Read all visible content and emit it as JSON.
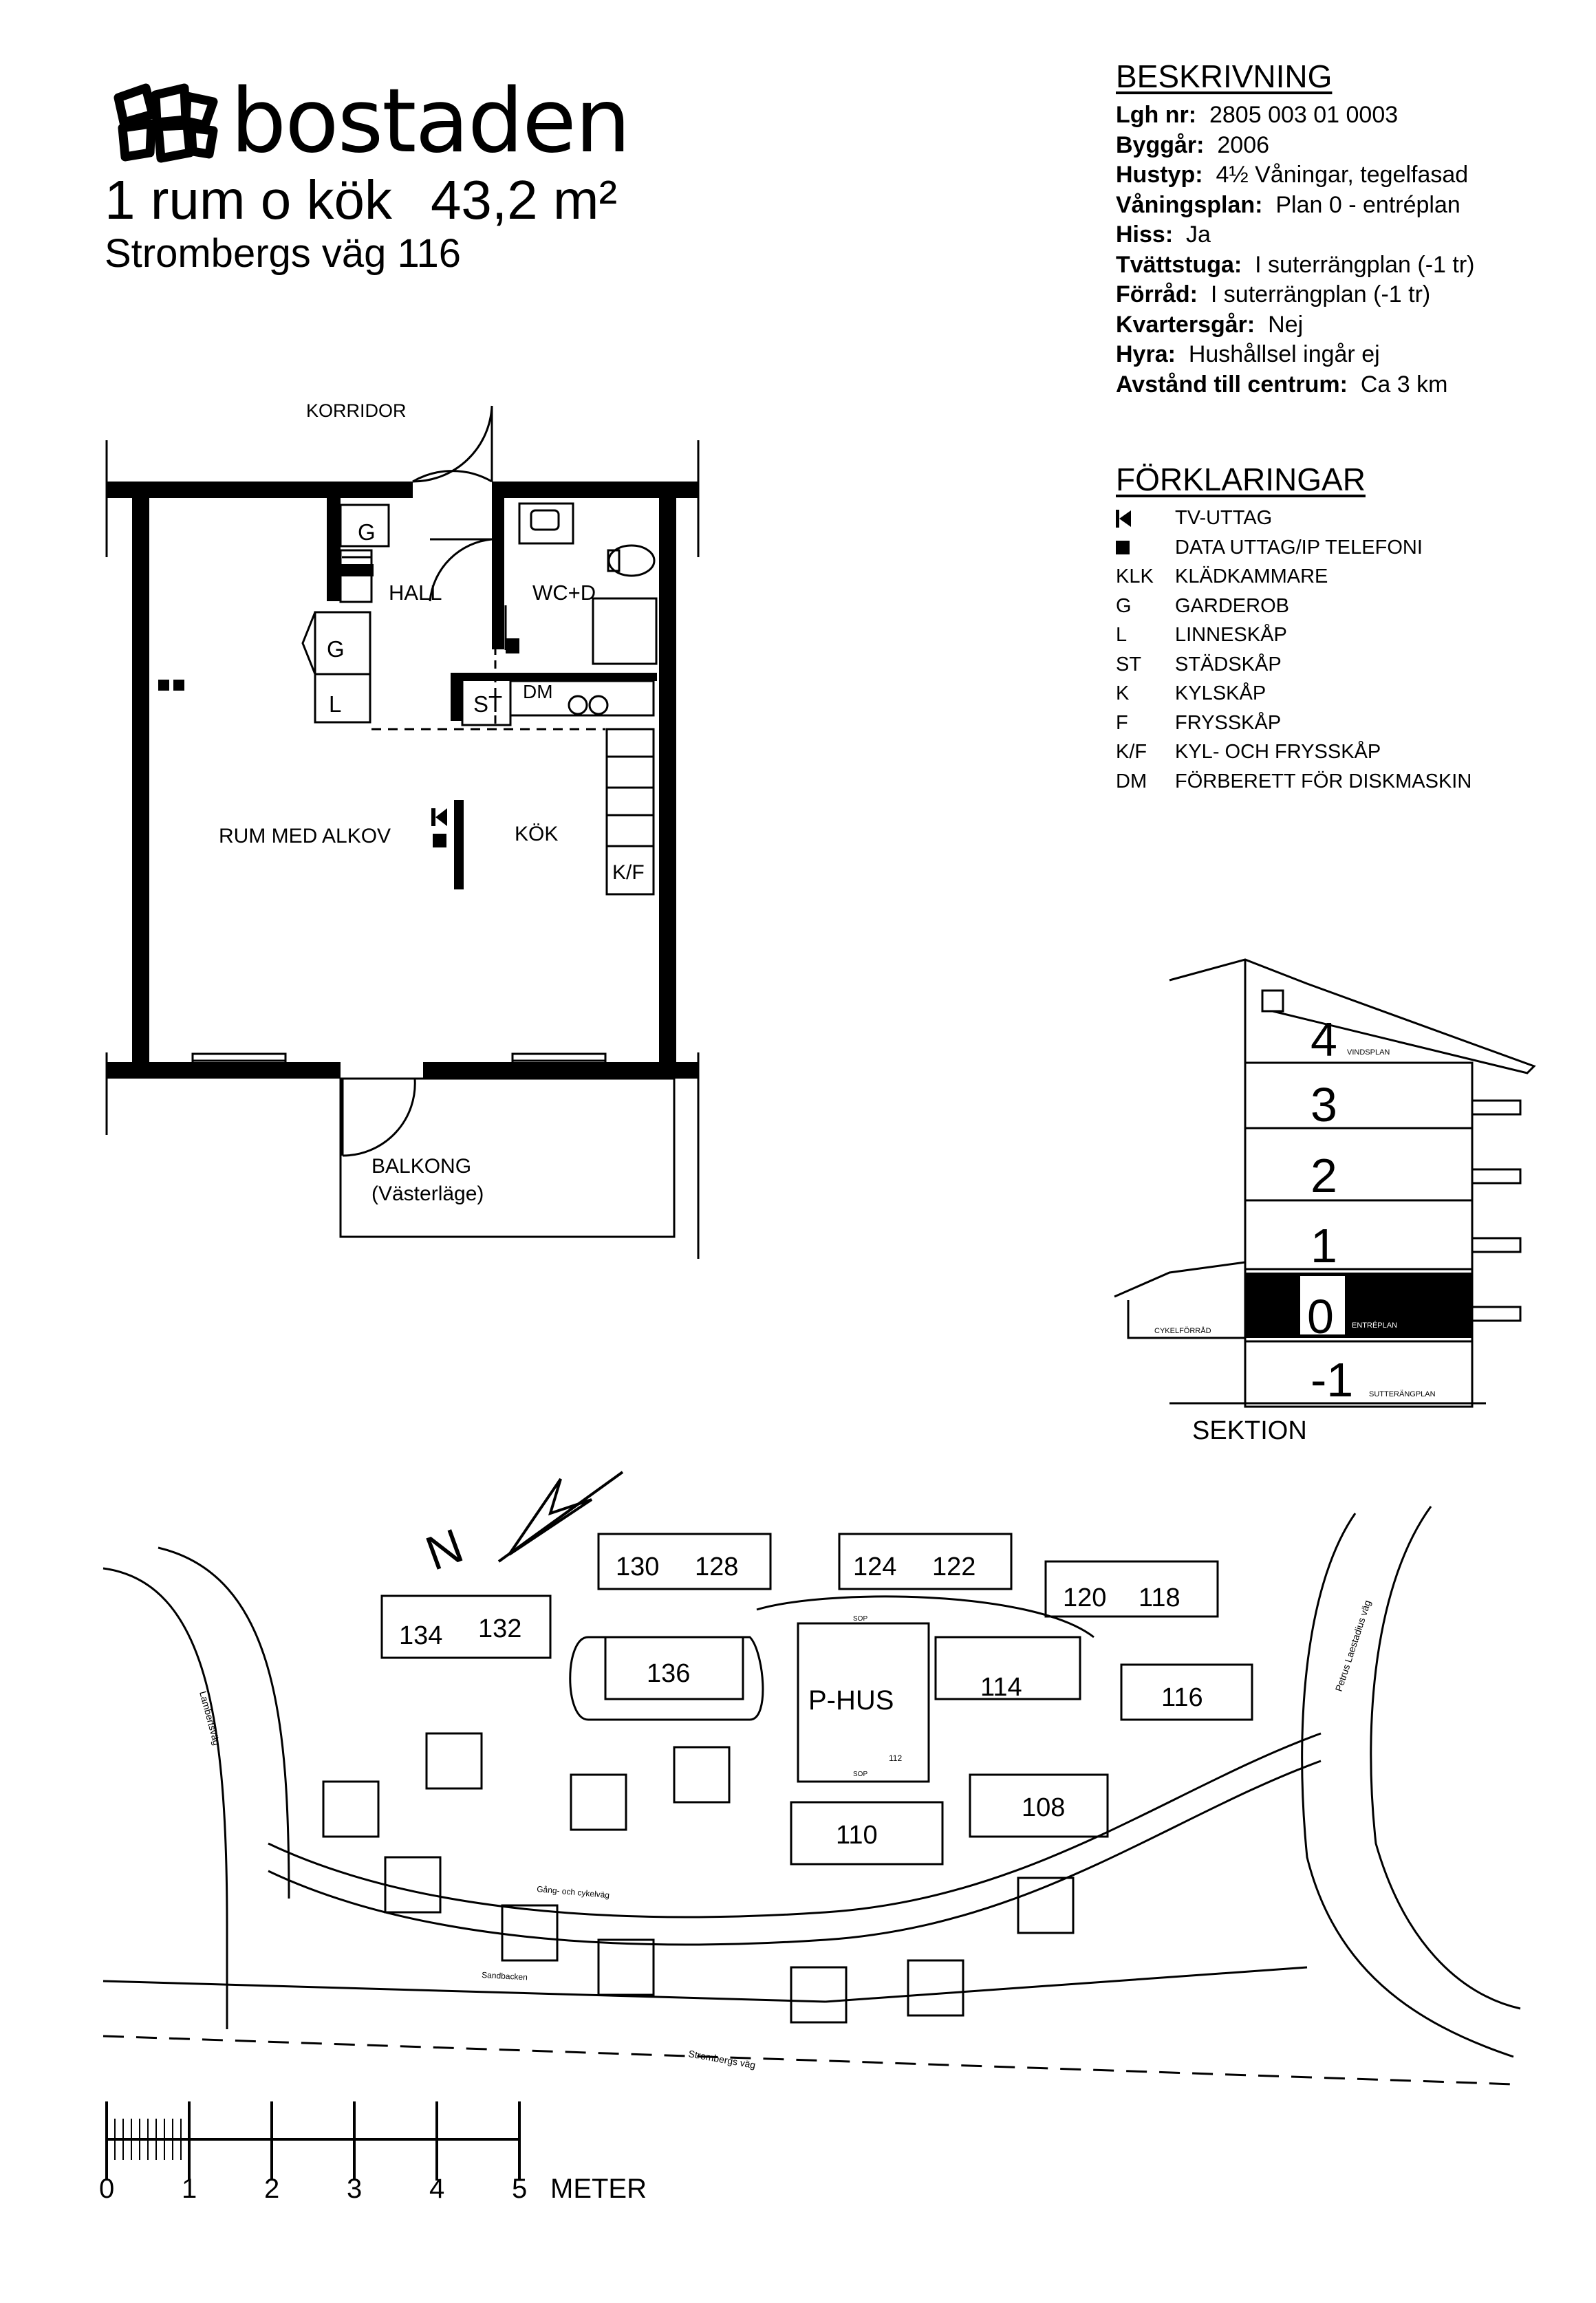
{
  "header": {
    "brand": "bostaden",
    "title_rooms": "1 rum o kök",
    "title_area": "43,2 m²",
    "address": "Strombergs väg 116"
  },
  "beskrivning": {
    "title": "BESKRIVNING",
    "rows": [
      {
        "key": "Lgh nr:",
        "value": "2805 003 01 0003"
      },
      {
        "key": "Byggår:",
        "value": "2006"
      },
      {
        "key": "Hustyp:",
        "value": "4½ Våningar, tegelfasad"
      },
      {
        "key": "Våningsplan:",
        "value": "Plan 0 - entréplan"
      },
      {
        "key": "Hiss:",
        "value": "Ja"
      },
      {
        "key": "Tvättstuga:",
        "value": "I suterrängplan (-1 tr)"
      },
      {
        "key": "Förråd:",
        "value": "I suterrängplan (-1 tr)"
      },
      {
        "key": "Kvartersgår:",
        "value": "Nej"
      },
      {
        "key": "Hyra:",
        "value": "Hushållsel ingår ej"
      },
      {
        "key": "Avstånd till centrum:",
        "value": "Ca 3 km"
      }
    ]
  },
  "forklaringar": {
    "title": "FÖRKLARINGAR",
    "rows": [
      {
        "symbol": "",
        "text": "TV-UTTAG"
      },
      {
        "symbol": "",
        "text": "DATA UTTAG/IP TELEFONI"
      },
      {
        "symbol": "KLK",
        "text": "KLÄDKAMMARE"
      },
      {
        "symbol": "G",
        "text": "GARDEROB"
      },
      {
        "symbol": "L",
        "text": "LINNESKÅP"
      },
      {
        "symbol": "ST",
        "text": "STÄDSKÅP"
      },
      {
        "symbol": "K",
        "text": "KYLSKÅP"
      },
      {
        "symbol": "F",
        "text": "FRYSSKÅP"
      },
      {
        "symbol": "K/F",
        "text": "KYL- OCH FRYSSKÅP"
      },
      {
        "symbol": "DM",
        "text": "FÖRBERETT FÖR DISKMASKIN"
      }
    ]
  },
  "floor_plan": {
    "korridor": "KORRIDOR",
    "hall": "HALL",
    "wc": "WC+D",
    "g": "G",
    "l": "L",
    "st": "ST",
    "dm": "DM",
    "kf": "K/F",
    "rum": "RUM MED ALKOV",
    "kok": "KÖK",
    "balkong": "BALKONG",
    "balkong_sub": "(Västerläge)"
  },
  "section": {
    "floors": [
      "4",
      "3",
      "2",
      "1",
      "0",
      "-1"
    ],
    "vindsplan": "VINDSPLAN",
    "entreplan": "ENTRÉPLAN",
    "suterrangplan": "SUTTERÄNGPLAN",
    "cykelforrad": "CYKELFÖRRÅD",
    "caption": "SEKTION"
  },
  "site_plan": {
    "north": "N",
    "buildings": [
      "130",
      "128",
      "124",
      "122",
      "120",
      "118",
      "134",
      "132",
      "136",
      "114",
      "116",
      "108",
      "110"
    ],
    "phus": "P-HUS",
    "sop": "SOP",
    "phus_num": "112",
    "roads": {
      "left": "Lambertsväg",
      "right": "Petrus Laestadius väg",
      "bottom": "Strombergs väg",
      "path1": "Gång- och cykelväg",
      "path2": "Sandbacken"
    }
  },
  "scale": {
    "labels": [
      "0",
      "1",
      "2",
      "3",
      "4",
      "5"
    ],
    "unit": "METER"
  }
}
